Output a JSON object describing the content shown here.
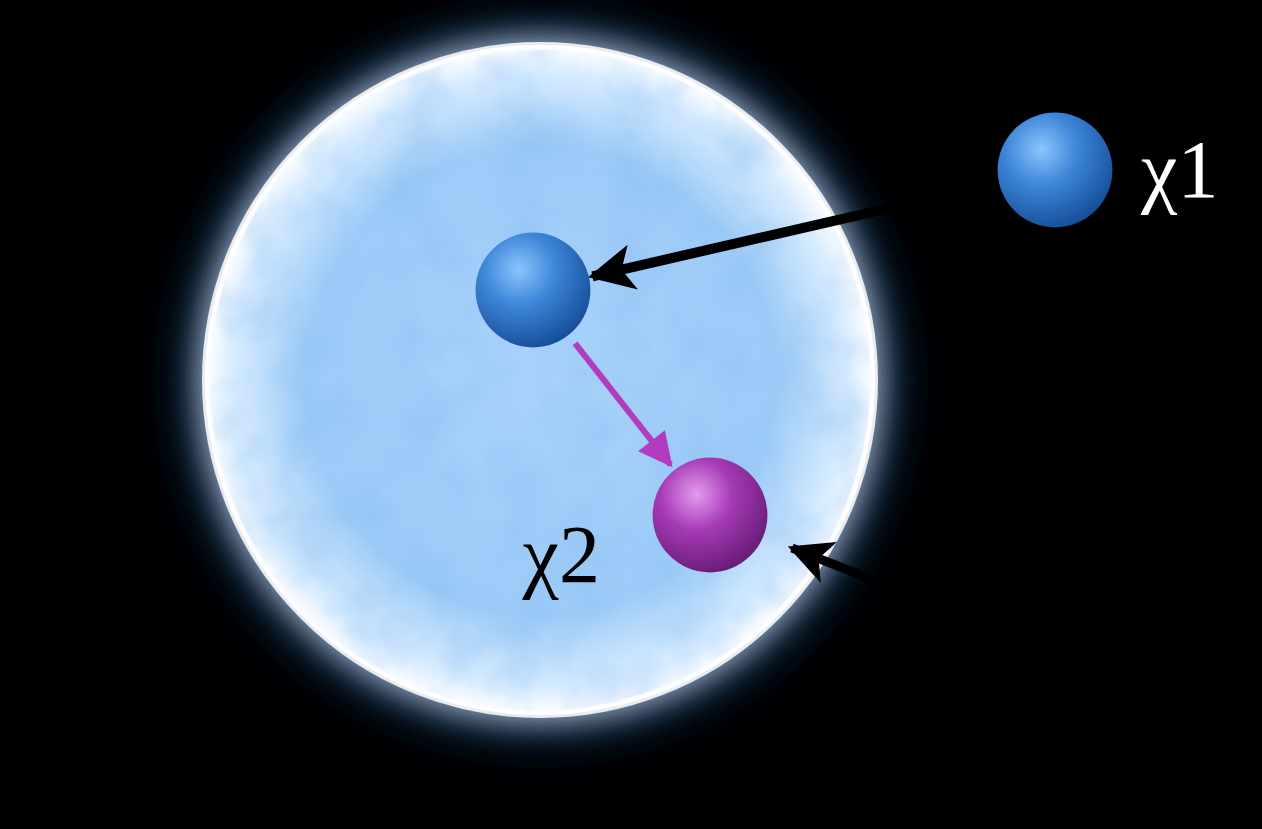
{
  "diagram": {
    "nodes": [
      {
        "text": [
          "χ1"
        ]
      },
      {
        "text": []
      },
      {
        "text": [
          "χ2"
        ]
      }
    ],
    "edges": [
      {
        "from": 0,
        "to": 1,
        "arrow": "to"
      },
      {
        "from": 1,
        "to": 2,
        "arrow": "to"
      }
    ]
  }
}
